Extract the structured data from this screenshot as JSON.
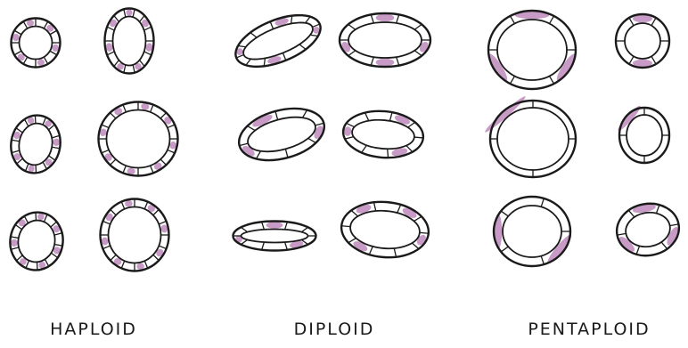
{
  "labels": {
    "haploid": "HAPLOID",
    "diploid": "DIPLOID",
    "pentaploid": "PENTAPLOID"
  },
  "colors": {
    "outline": "#1a1a1a",
    "cell": "#ffffff",
    "nucleus": "#c79bc6"
  },
  "groups": [
    {
      "name": "haploid",
      "rings": 6
    },
    {
      "name": "diploid",
      "rings": 6
    },
    {
      "name": "pentaploid",
      "rings": 6
    }
  ]
}
